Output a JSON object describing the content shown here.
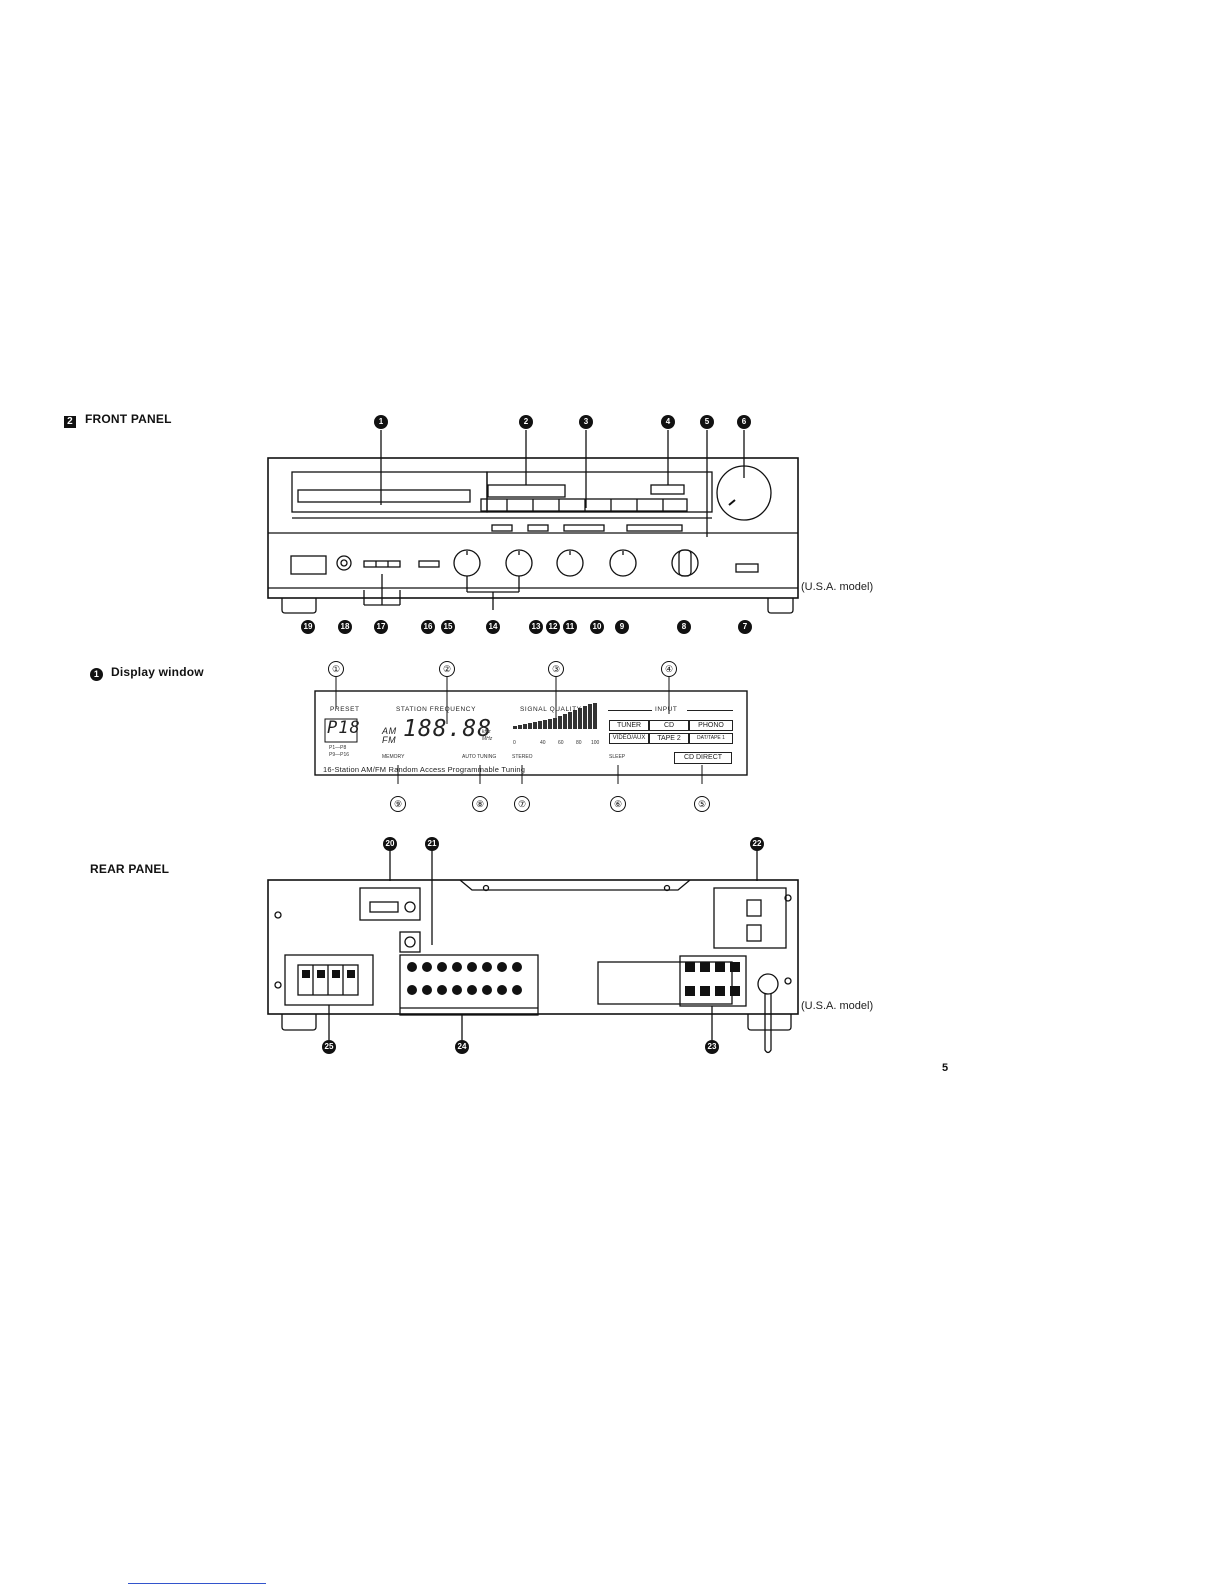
{
  "front_panel": {
    "section_number": "2",
    "title": "FRONT PANEL",
    "model_note": "(U.S.A. model)",
    "callouts_top": [
      "1",
      "2",
      "3",
      "4",
      "5",
      "6"
    ],
    "callouts_bottom": [
      "19",
      "18",
      "17",
      "16",
      "15",
      "14",
      "13",
      "12",
      "11",
      "10",
      "9",
      "8",
      "7"
    ]
  },
  "display_window": {
    "number": "1",
    "title": "Display window",
    "callouts_top": [
      "①",
      "②",
      "③",
      "④"
    ],
    "callouts_bottom": [
      "⑨",
      "⑧",
      "⑦",
      "⑥",
      "⑤"
    ],
    "labels": {
      "preset": "PRESET",
      "station_frequency": "STATION FREQUENCY",
      "signal_quality": "SIGNAL QUALITY",
      "input": "INPUT",
      "preset_digits": "P18",
      "am": "AM",
      "fm": "FM",
      "freq_digits": "188.88",
      "khz": "kHz",
      "mhz": "MHz",
      "p_range_1": "P1—P8",
      "p_range_2": "P9—P16",
      "memory": "MEMORY",
      "auto_tuning": "AUTO TUNING",
      "stereo": "STEREO",
      "sleep": "SLEEP",
      "bottom_line": "16-Station AM/FM Random Access Programmable Tuning",
      "cd_direct": "CD DIRECT"
    },
    "signal_scale": [
      "0",
      "40",
      "60",
      "80",
      "100"
    ],
    "inputs": [
      "TUNER",
      "CD",
      "PHONO",
      "VIDEO/AUX",
      "TAPE 2",
      "DAT/TAPE 1"
    ]
  },
  "rear_panel": {
    "title": "REAR PANEL",
    "model_note": "(U.S.A. model)",
    "callouts_top": [
      "20",
      "21",
      "22"
    ],
    "callouts_bottom": [
      "25",
      "24",
      "23"
    ]
  },
  "page_number": "5"
}
